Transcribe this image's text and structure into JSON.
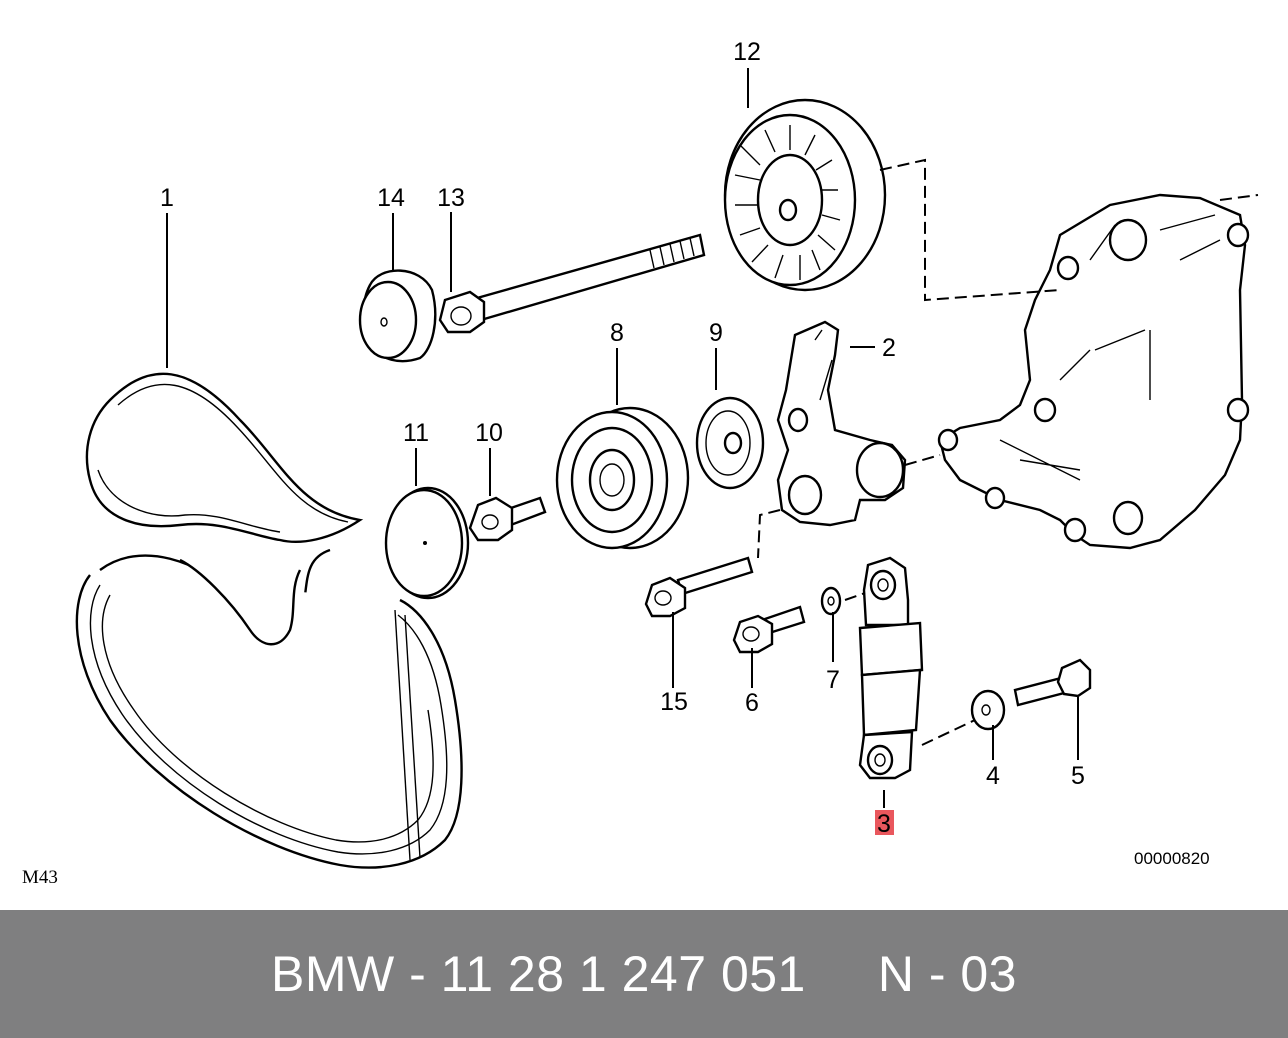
{
  "diagram": {
    "callouts": [
      {
        "id": "1",
        "label": "1"
      },
      {
        "id": "2",
        "label": "2"
      },
      {
        "id": "3",
        "label": "3",
        "highlighted": true
      },
      {
        "id": "4",
        "label": "4"
      },
      {
        "id": "5",
        "label": "5"
      },
      {
        "id": "6",
        "label": "6"
      },
      {
        "id": "7",
        "label": "7"
      },
      {
        "id": "8",
        "label": "8"
      },
      {
        "id": "9",
        "label": "9"
      },
      {
        "id": "10",
        "label": "10"
      },
      {
        "id": "11",
        "label": "11"
      },
      {
        "id": "12",
        "label": "12"
      },
      {
        "id": "13",
        "label": "13"
      },
      {
        "id": "14",
        "label": "14"
      },
      {
        "id": "15",
        "label": "15"
      }
    ],
    "highlight_color": "#e9575d",
    "drawing_number": "00000820",
    "model_code": "M43"
  },
  "footer": {
    "text": "BMW - 11 28 1 247 051     N - 03",
    "background": "#7f7f80",
    "color": "#ffffff"
  }
}
